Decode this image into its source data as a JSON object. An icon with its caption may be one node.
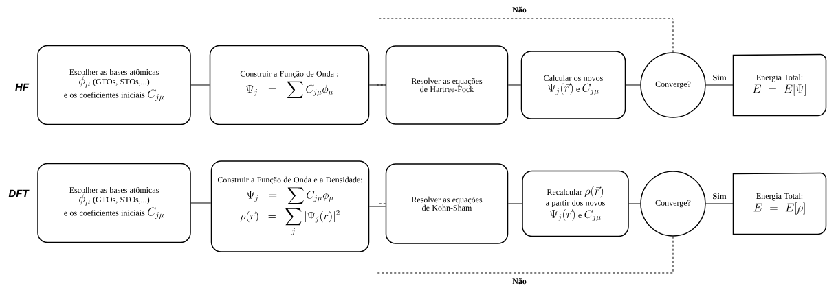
{
  "diagram": {
    "nodes": [
      {
        "text": [
          "Escolher as bases atômicas",
          "\\phi_\\mu",
          "(GTOs, STOs,...)",
          "e os coeficientes iniciais",
          "C_{j\\mu}"
        ]
      },
      {
        "text": [
          "Construir a Função de Onda :",
          "\\Psi_j = \\sum C_{j\\mu}\\phi_\\mu"
        ]
      },
      {
        "text": [
          "Resolver as equações de Hartree-Fock"
        ]
      },
      {
        "text": [
          "Calcular os novos",
          "\\Psi_j(\\vec{r})",
          "e",
          "C_{j\\mu}"
        ]
      },
      {
        "text": [
          "Converge?"
        ]
      },
      {
        "text": [
          "Energia Total:",
          "E = E[\\Psi]"
        ]
      },
      {
        "text": [
          "Escolher as bases atômicas",
          "\\phi_\\mu",
          "(GTOs, STOs,...)",
          "e os coeficientes iniciais",
          "C_{j\\mu}"
        ]
      },
      {
        "text": [
          "Construir a Função de Onda e a Densidade:",
          "\\Psi_j = \\sum C_{j\\mu}\\phi_\\mu",
          "\\rho(\\vec{r}) = \\sum_j |\\Psi_j(\\vec{r})|^2"
        ]
      },
      {
        "text": [
          "Resolver as equações de Kohn-Sham"
        ]
      },
      {
        "text": [
          "Recalcular",
          "\\rho(\\vec{r})",
          "a partir dos novos",
          "\\Psi_j(\\vec{r})",
          "e",
          "C_{j\\mu}"
        ]
      },
      {
        "text": [
          "Converge?"
        ]
      },
      {
        "text": [
          "Energia Total:",
          "E = E[\\rho]"
        ]
      }
    ],
    "edges": [
      {
        "from": 0,
        "to": 1,
        "arrow": "none"
      },
      {
        "from": 1,
        "to": 2,
        "arrow": "none"
      },
      {
        "from": 2,
        "to": 3,
        "arrow": "none"
      },
      {
        "from": 3,
        "to": 4,
        "arrow": "none"
      },
      {
        "from": 4,
        "to": 5,
        "arrow": "none",
        "label": "Sim"
      },
      {
        "from": 4,
        "to": 2,
        "arrow": "none",
        "label": "Não",
        "style": "dashed"
      },
      {
        "from": 6,
        "to": 7,
        "arrow": "none"
      },
      {
        "from": 7,
        "to": 8,
        "arrow": "none"
      },
      {
        "from": 8,
        "to": 9,
        "arrow": "none"
      },
      {
        "from": 9,
        "to": 10,
        "arrow": "none"
      },
      {
        "from": 10,
        "to": 11,
        "arrow": "none",
        "label": "Sim"
      },
      {
        "from": 10,
        "to": 8,
        "arrow": "none",
        "label": "Não",
        "style": "dashed"
      }
    ],
    "labels": [
      "HF",
      "DFT"
    ]
  }
}
